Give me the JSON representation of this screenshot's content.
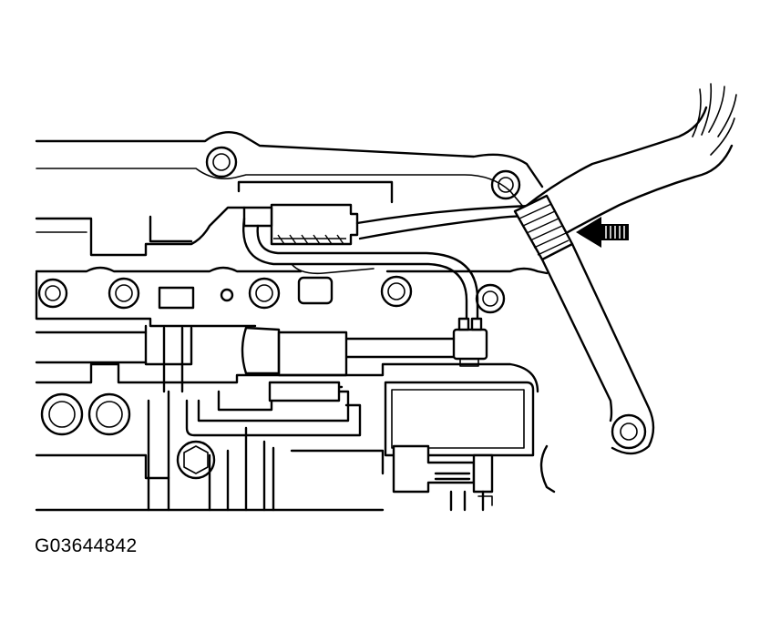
{
  "figure": {
    "id_label": "G03644842"
  },
  "arrow": {
    "direction": "left",
    "style": "solid-with-hatch"
  },
  "colors": {
    "ink": "#000000",
    "background": "#ffffff"
  }
}
